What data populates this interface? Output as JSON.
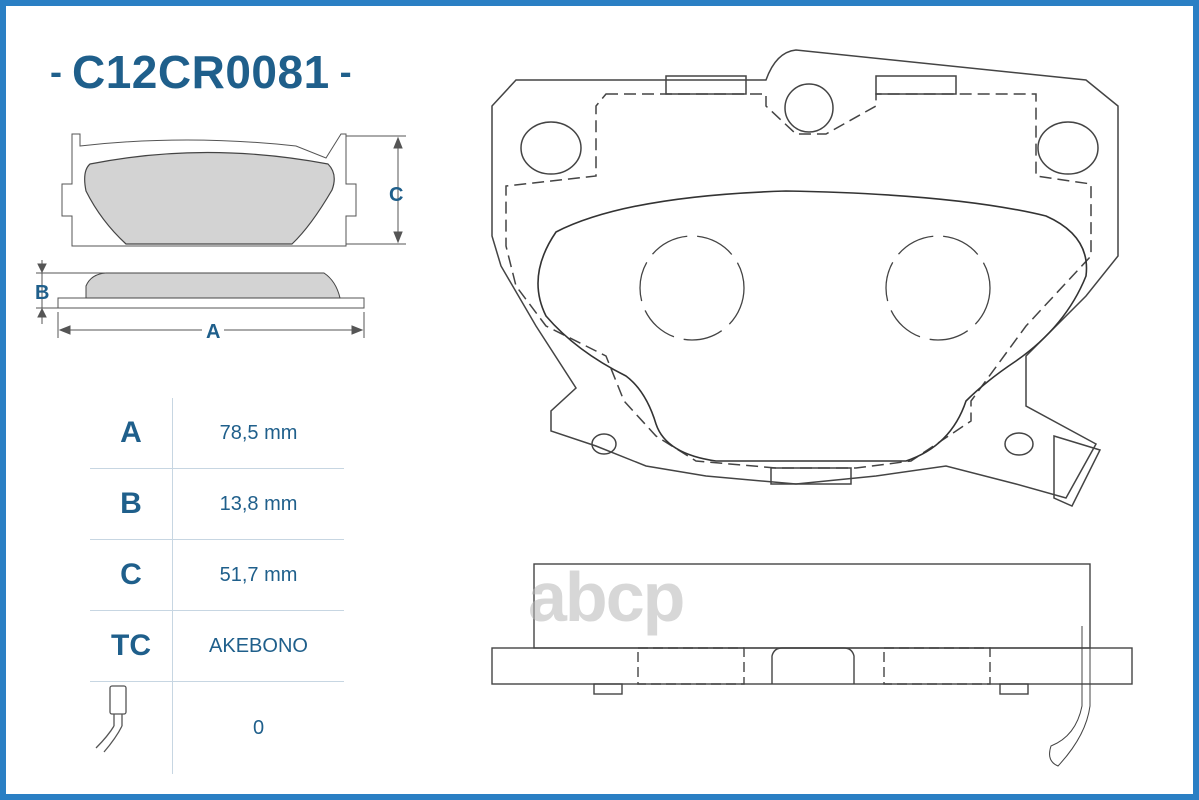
{
  "part_number": "C12CR0081",
  "title_dash": "-",
  "dimensions": [
    {
      "key": "A",
      "value": "78,5 mm"
    },
    {
      "key": "B",
      "value": "13,8 mm"
    },
    {
      "key": "C",
      "value": "51,7 mm"
    },
    {
      "key": "TC",
      "value": "AKEBONO"
    }
  ],
  "sensor": {
    "icon": "wear-sensor-icon",
    "value": "0"
  },
  "diagram_labels": {
    "a": "A",
    "b": "B",
    "c": "C"
  },
  "watermark": "abcp",
  "colors": {
    "accent": "#1f5f8b",
    "border": "#2a7fc4",
    "pad_fill": "#d3d3d3"
  }
}
